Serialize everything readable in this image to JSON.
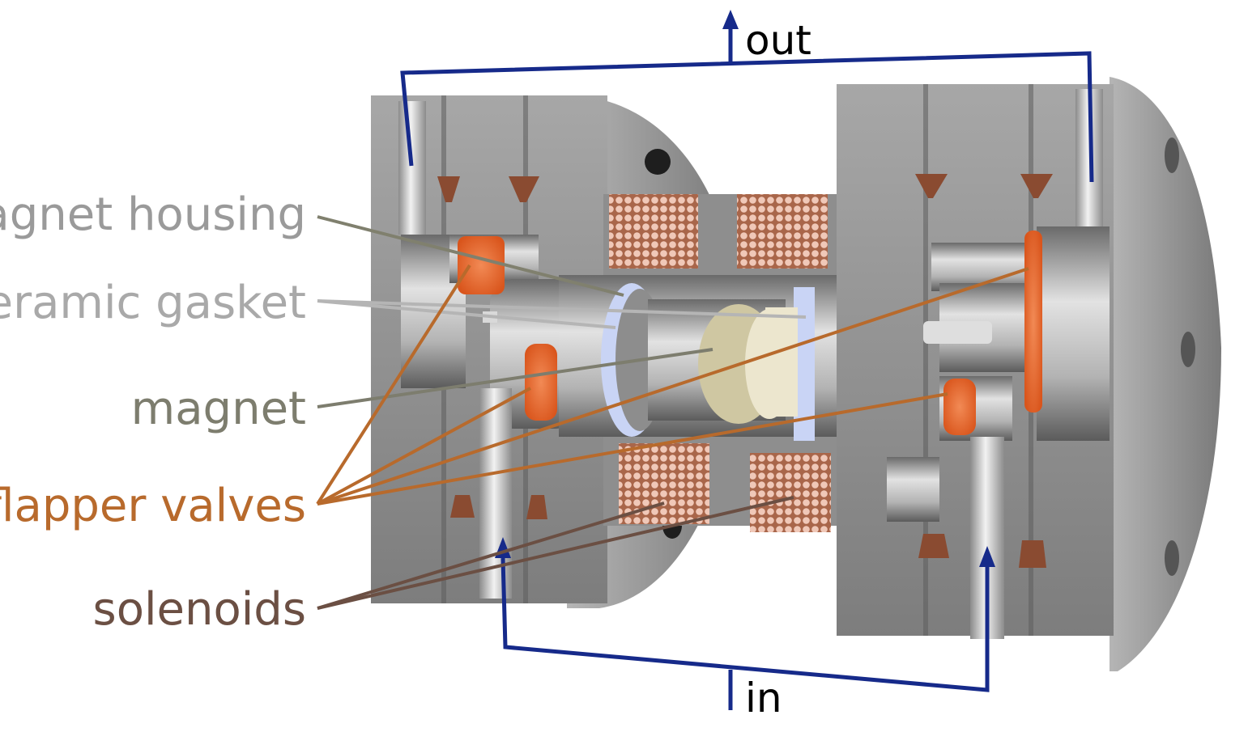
{
  "labels": {
    "magnet_housing": "magnet housing",
    "ceramic_gasket": "ceramic gasket",
    "magnet": "magnet",
    "flapper_valves": "flapper valves",
    "solenoids": "solenoids",
    "out": "out",
    "in": "in"
  },
  "colors": {
    "magnet_housing": "#9a9a9a",
    "ceramic_gasket": "#a9a9a9",
    "magnet": "#7d7d6e",
    "flapper_valves": "#b86a2c",
    "solenoids": "#6b4f43",
    "flow": "#162a8a",
    "steel_light": "#c9c9c9",
    "steel_mid": "#a5a5a5",
    "steel_dark": "#6e6e6e",
    "copper": "#b36a4c",
    "copper_light": "#e2b8a6",
    "ceramic": "#c9d4f5",
    "magnet_body": "#e3dcbf",
    "valve_orange": "#e06a2e"
  }
}
